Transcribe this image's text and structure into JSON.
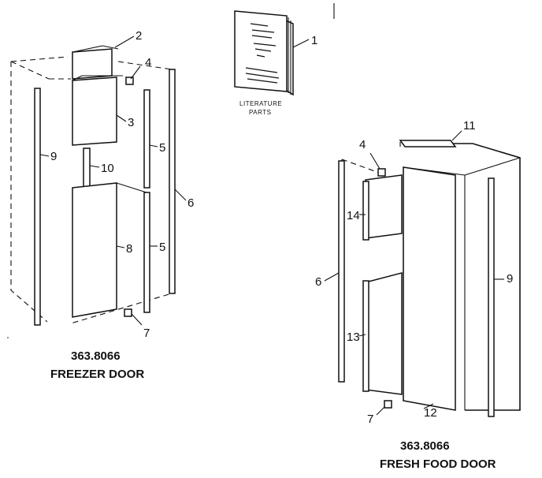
{
  "captions": {
    "freezer_model": "363.8066",
    "freezer_name": "FREEZER DOOR",
    "fresh_model": "363.8066",
    "fresh_name": "FRESH FOOD DOOR",
    "literature_line1": "LITERATURE",
    "literature_line2": "PARTS"
  },
  "freezer_labels": {
    "p1": "1",
    "p2": "2",
    "p3": "3",
    "p4": "4",
    "p5a": "5",
    "p5b": "5",
    "p6": "6",
    "p7": "7",
    "p8": "8",
    "p9": "9",
    "p10": "10"
  },
  "fresh_labels": {
    "p4": "4",
    "p6": "6",
    "p7": "7",
    "p9": "9",
    "p11": "11",
    "p12": "12",
    "p13": "13",
    "p14": "14"
  }
}
